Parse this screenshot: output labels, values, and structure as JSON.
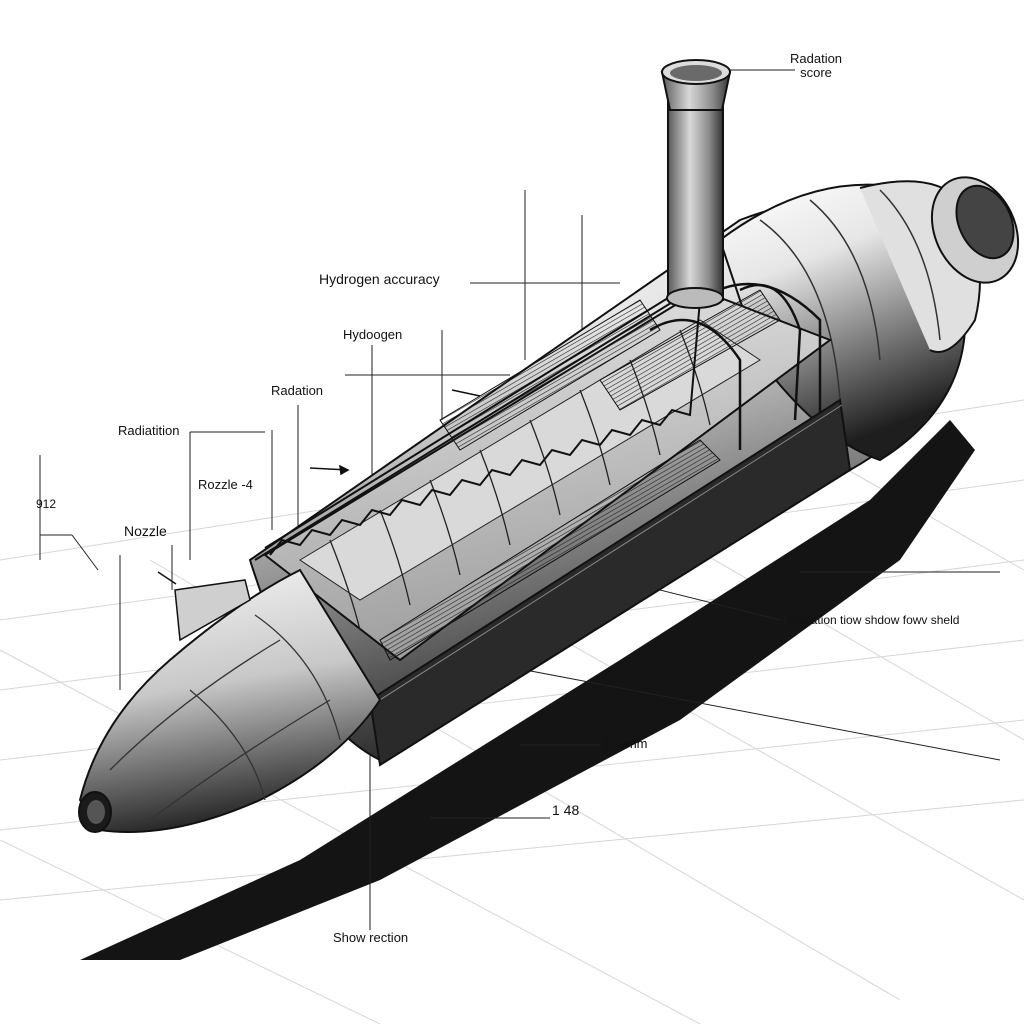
{
  "labels": {
    "radiation_score_line1": "Radation",
    "radiation_score_line2": "score",
    "hydrogen_accuracy": "Hydrogen accuracy",
    "hydoogen": "Hydoogen",
    "radation": "Radation",
    "radiatition": "Radiatition",
    "rozzle": "Rozzle -4",
    "value_912": "912",
    "nozzle": "Nozzle",
    "radiation_shield": "Radiation tiow shdow fowv sheld",
    "dimension_9mm": "1 ⁄ 9mm",
    "dimension_148": "1 48",
    "show_rection": "Show rection"
  },
  "palette": {
    "ink": "#111111",
    "shade_dark": "#1a1a1a",
    "metal_light": "#f2f2f2",
    "metal_mid": "#9a9a9a",
    "grid": "#d6d6d6"
  }
}
